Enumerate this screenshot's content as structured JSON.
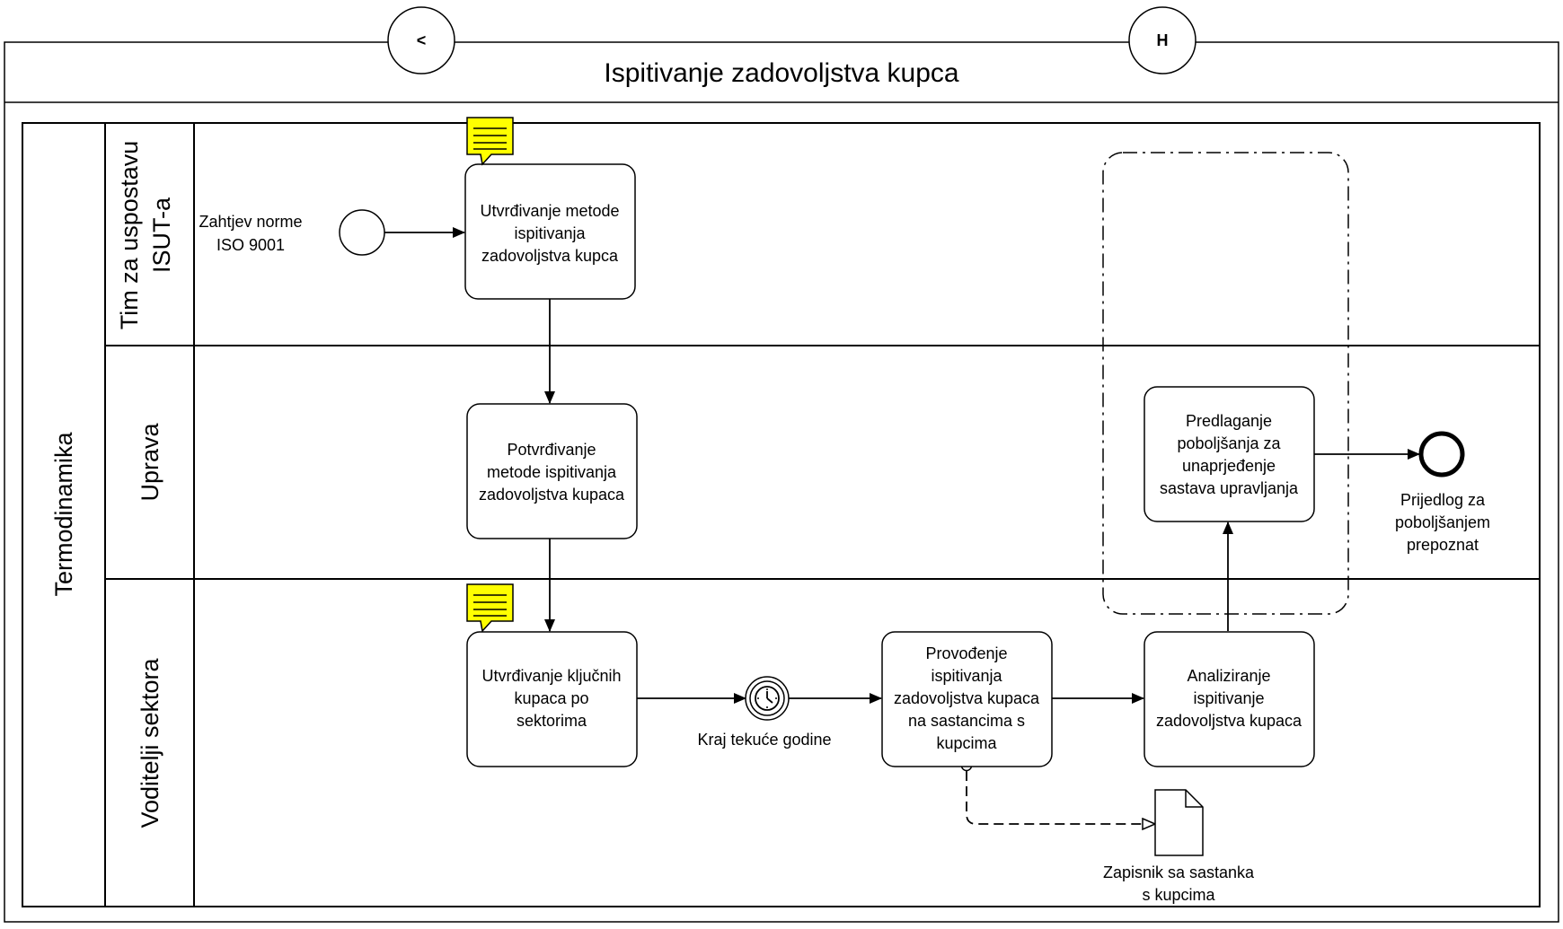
{
  "diagram": {
    "title": "Ispitivanje zadovoljstva kupca",
    "nav_prev": "<",
    "nav_home": "H",
    "pool": "Termodinamika",
    "lanes": [
      {
        "lines": [
          "Tim za uspostavu",
          "ISUT-a"
        ]
      },
      {
        "lines": [
          "Uprava"
        ]
      },
      {
        "lines": [
          "Voditelji sektora"
        ]
      }
    ],
    "start_event": {
      "lines": [
        "Zahtjev norme",
        "ISO 9001"
      ]
    },
    "tasks": [
      {
        "id": "t1",
        "lines": [
          "Utvrđivanje metode",
          "ispitivanja",
          "zadovoljstva kupca"
        ]
      },
      {
        "id": "t2",
        "lines": [
          "Potvrđivanje",
          "metode ispitivanja",
          "zadovoljstva kupaca"
        ]
      },
      {
        "id": "t3",
        "lines": [
          "Utvrđivanje ključnih",
          "kupaca po",
          "sektorima"
        ]
      },
      {
        "id": "t4",
        "lines": [
          "Provođenje",
          "ispitivanja",
          "zadovoljstva kupaca",
          "na sastancima s",
          "kupcima"
        ]
      },
      {
        "id": "t5",
        "lines": [
          "Analiziranje",
          "ispitivanje",
          "zadovoljstva kupaca"
        ]
      },
      {
        "id": "t6",
        "lines": [
          "Predlaganje",
          "poboljšanja za",
          "unaprjeđenje",
          "sastava upravljanja"
        ]
      }
    ],
    "timer_event": {
      "lines": [
        "Kraj tekuće godine"
      ]
    },
    "end_event": {
      "lines": [
        "Prijedlog za",
        "poboljšanjem",
        "prepoznat"
      ]
    },
    "document": {
      "lines": [
        "Zapisnik sa sastanka",
        "s kupcima"
      ]
    },
    "colors": {
      "note_fill": "#ffff00",
      "stroke": "#000000"
    }
  }
}
